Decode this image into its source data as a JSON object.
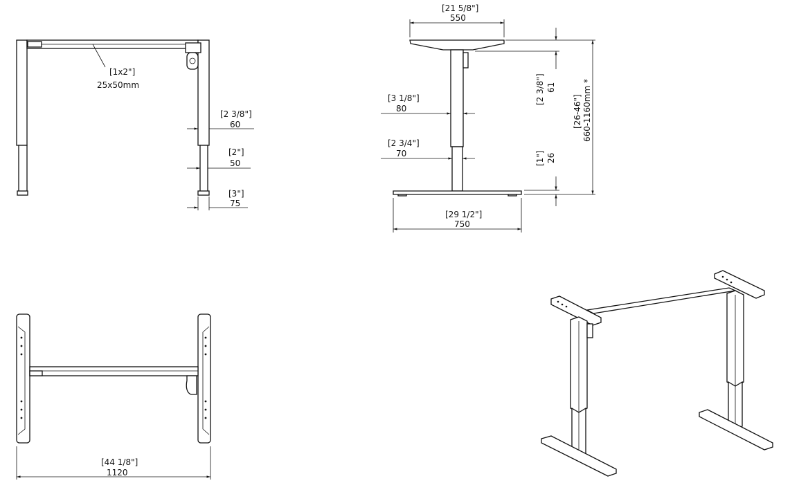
{
  "dimensions": {
    "front_rail": {
      "imperial": "[1x2\"]",
      "metric": "25x50mm"
    },
    "front_col_upper": {
      "imperial": "[2 3/8\"]",
      "metric": "60"
    },
    "front_col_lower": {
      "imperial": "[2\"]",
      "metric": "50"
    },
    "front_foot": {
      "imperial": "[3\"]",
      "metric": "75"
    },
    "top_bracket_width": {
      "imperial": "[21 5/8\"]",
      "metric": "550"
    },
    "side_col_upper": {
      "imperial": "[3 1/8\"]",
      "metric": "80"
    },
    "side_col_lower": {
      "imperial": "[2 3/4\"]",
      "metric": "70"
    },
    "foot_length": {
      "imperial": "[29 1/2\"]",
      "metric": "750"
    },
    "bracket_height": {
      "imperial": "[2 3/8\"]",
      "metric": "61"
    },
    "foot_height": {
      "imperial": "[1\"]",
      "metric": "26"
    },
    "height_range": {
      "imperial": "[26-46\"]",
      "metric": "660-1160mm *"
    },
    "overall_width": {
      "imperial": "[44 1/8\"]",
      "metric": "1120"
    }
  }
}
